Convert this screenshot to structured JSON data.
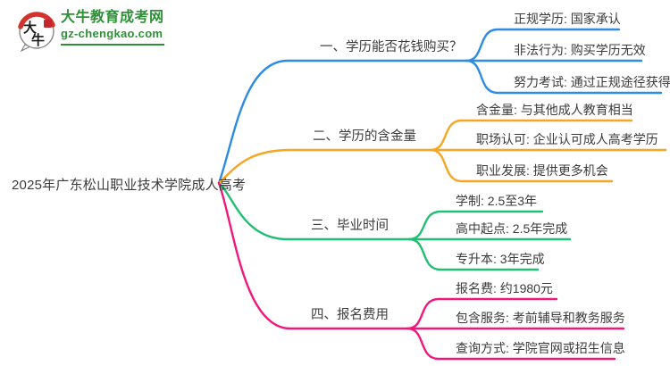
{
  "colors": {
    "branch1": "#2E8BE2",
    "branch2": "#F5A623",
    "branch3": "#21BF73",
    "branch4": "#F0187C",
    "logo-green": "#2E9037",
    "text": "#3B3B3B",
    "logo-red": "#D0342C"
  },
  "logo": {
    "icon_text": "大牛",
    "site_name": "大牛教育成考网",
    "site_url": "gz-chengkao.com"
  },
  "root": {
    "label": "2025年广东松山职业技术学院成人高考"
  },
  "branches": [
    {
      "label": "一、学历能否花钱购买？",
      "color": "#2E8BE2",
      "leaves": [
        "正规学历: 国家承认",
        "非法行为: 购买学历无效",
        "努力考试: 通过正规途径获得"
      ]
    },
    {
      "label": "二、学历的含金量",
      "color": "#F5A623",
      "leaves": [
        "含金量: 与其他成人教育相当",
        "职场认可: 企业认可成人高考学历",
        "职业发展: 提供更多机会"
      ]
    },
    {
      "label": "三、毕业时间",
      "color": "#21BF73",
      "leaves": [
        "学制: 2.5至3年",
        "高中起点: 2.5年完成",
        "专升本: 3年完成"
      ]
    },
    {
      "label": "四、报名费用",
      "color": "#F0187C",
      "leaves": [
        "报名费: 约1980元",
        "包含服务: 考前辅导和教务服务",
        "查询方式: 学院官网或招生信息"
      ]
    }
  ]
}
